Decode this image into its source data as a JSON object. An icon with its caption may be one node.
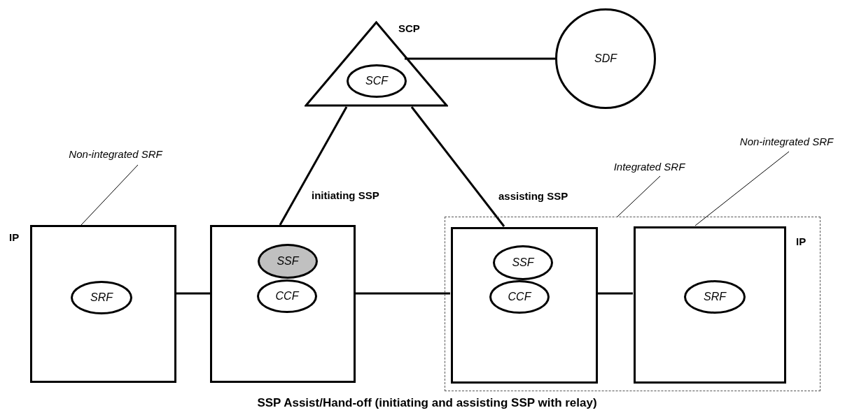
{
  "diagram": {
    "caption": "SSP Assist/Hand-off (initiating and assisting SSP with relay)",
    "nodes": [
      {
        "text": [
          "SCP"
        ]
      },
      {
        "text": [
          "SCF"
        ],
        "in": 0
      },
      {
        "text": [
          "SDF"
        ]
      },
      {
        "text": [
          "IP"
        ]
      },
      {
        "text": [
          "SRF"
        ],
        "in": 3
      },
      {
        "text": [
          "initiating SSP"
        ]
      },
      {
        "text": [
          "SSF"
        ],
        "in": 5
      },
      {
        "text": [
          "CCF"
        ],
        "in": 5
      },
      {
        "text": [],
        "shape": "box"
      },
      {
        "text": [
          "assisting SSP"
        ],
        "in": 8
      },
      {
        "text": [
          "SSF"
        ],
        "in": 9
      },
      {
        "text": [
          "CCF"
        ],
        "in": 9
      },
      {
        "text": [
          "IP"
        ],
        "in": 8
      },
      {
        "text": [
          "SRF"
        ],
        "in": 12
      },
      {
        "text": [
          "Non-integrated SRF"
        ]
      },
      {
        "text": [
          "Integrated SRF"
        ]
      },
      {
        "text": [
          "Non-integrated SRF"
        ]
      }
    ],
    "edges": [
      {
        "from": 0,
        "to": 2,
        "arrow": "none"
      },
      {
        "from": 0,
        "to": 9,
        "arrow": "none"
      },
      {
        "from": 0,
        "to": 5,
        "arrow": "none"
      },
      {
        "from": 3,
        "to": 5,
        "arrow": "none"
      },
      {
        "from": 5,
        "to": 9,
        "arrow": "none"
      },
      {
        "from": 9,
        "to": 12,
        "arrow": "none"
      },
      {
        "from": 14,
        "to": 3,
        "arrow": "none"
      },
      {
        "from": 15,
        "to": 8,
        "arrow": "none"
      },
      {
        "from": 16,
        "to": 12,
        "arrow": "none"
      }
    ]
  }
}
